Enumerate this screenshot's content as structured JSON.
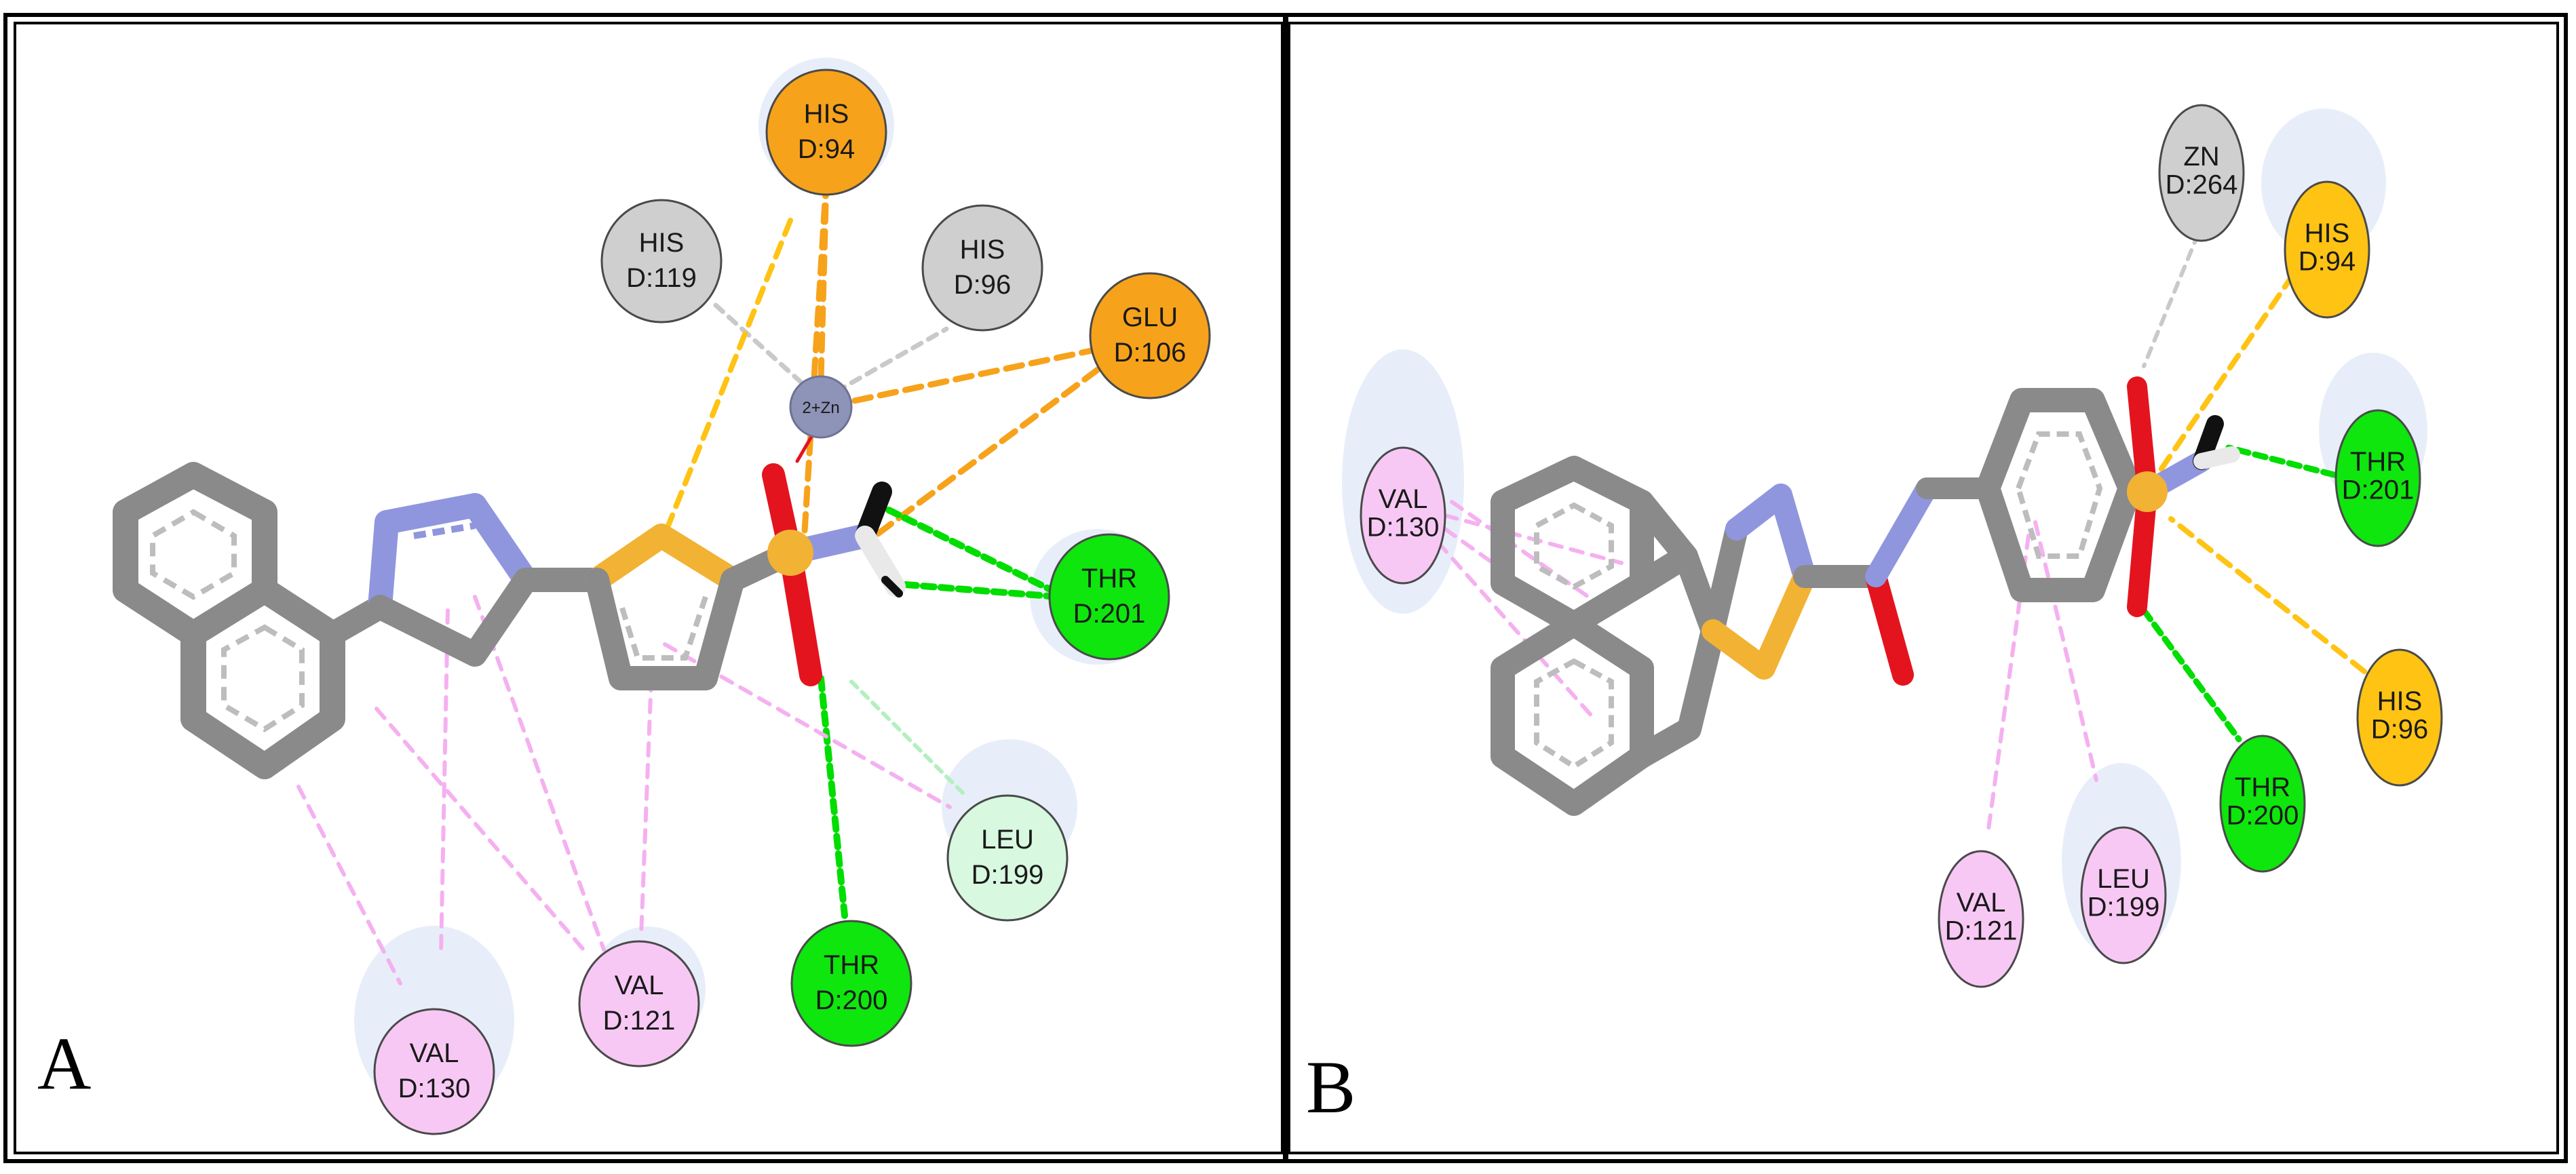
{
  "colors": {
    "carbon": "#8a8a8a",
    "nitrogen": "#8f96de",
    "oxygen": "#e3141e",
    "sulfur": "#f2b233",
    "hydrogen": "#f2f2f2",
    "dark_hydrogen": "#111111",
    "metal_acceptor": "#f7a21b",
    "pi_sulfur": "#ffc314",
    "h_bond": "#00dd00",
    "carbon_h_bond": "#d8f8e0",
    "alkyl": "#f5b0f0",
    "metal": "#c9c9c9",
    "zinc": "#8e93b8",
    "residue_halo": "#e8eef9"
  },
  "panels": [
    {
      "letter": "A",
      "zinc_label": "2+Zn",
      "residues": [
        {
          "id": "his94",
          "name": "HIS",
          "number": "D:94",
          "color": "#f7a21b"
        },
        {
          "id": "his119",
          "name": "HIS",
          "number": "D:119",
          "color": "#cfcfcf"
        },
        {
          "id": "his96",
          "name": "HIS",
          "number": "D:96",
          "color": "#cfcfcf"
        },
        {
          "id": "glu106",
          "name": "GLU",
          "number": "D:106",
          "color": "#f7a21b"
        },
        {
          "id": "thr201",
          "name": "THR",
          "number": "D:201",
          "color": "#0ee60e"
        },
        {
          "id": "leu199",
          "name": "LEU",
          "number": "D:199",
          "color": "#d8f8e0"
        },
        {
          "id": "thr200",
          "name": "THR",
          "number": "D:200",
          "color": "#0ee60e"
        },
        {
          "id": "val121",
          "name": "VAL",
          "number": "D:121",
          "color": "#f8c8f5"
        },
        {
          "id": "val130",
          "name": "VAL",
          "number": "D:130",
          "color": "#f8c8f5"
        }
      ]
    },
    {
      "letter": "B",
      "residues": [
        {
          "id": "zn264",
          "name": "ZN",
          "number": "D:264",
          "color": "#cfcfcf"
        },
        {
          "id": "his94",
          "name": "HIS",
          "number": "D:94",
          "color": "#ffc314"
        },
        {
          "id": "thr201",
          "name": "THR",
          "number": "D:201",
          "color": "#0ee60e"
        },
        {
          "id": "his96",
          "name": "HIS",
          "number": "D:96",
          "color": "#ffc314"
        },
        {
          "id": "thr200",
          "name": "THR",
          "number": "D:200",
          "color": "#0ee60e"
        },
        {
          "id": "leu199",
          "name": "LEU",
          "number": "D:199",
          "color": "#f8c8f5"
        },
        {
          "id": "val121",
          "name": "VAL",
          "number": "D:121",
          "color": "#f8c8f5"
        },
        {
          "id": "val130",
          "name": "VAL",
          "number": "D:130",
          "color": "#f8c8f5"
        }
      ]
    }
  ]
}
